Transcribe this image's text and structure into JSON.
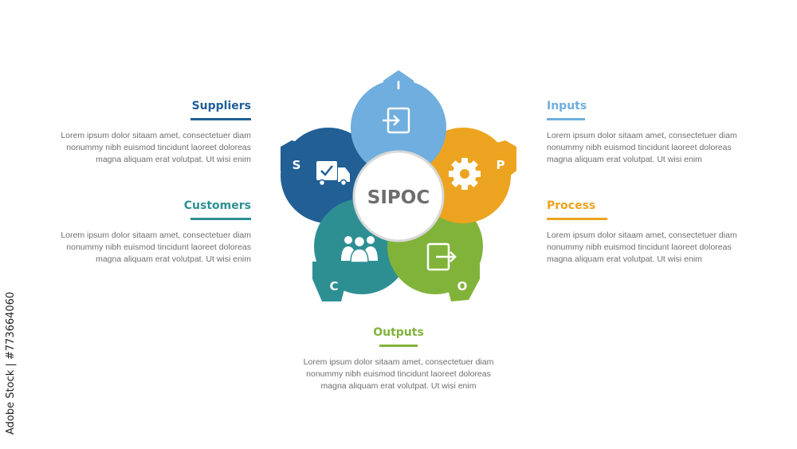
{
  "center_label": "SIPOC",
  "sections": [
    {
      "key": "suppliers",
      "letter": "S",
      "title": "Suppliers",
      "color": "#215f95",
      "icon": "delivery-truck-icon",
      "body": "Lorem ipsum dolor sitaam amet, consectetuer diam nonummy  nibh euismod tincidunt laoreet doloreas magna aliquam erat volutpat. Ut wisi enim"
    },
    {
      "key": "inputs",
      "letter": "I",
      "title": "Inputs",
      "color": "#6faede",
      "icon": "sign-in-icon",
      "body": "Lorem ipsum dolor sitaam amet, consectetuer diam nonummy  nibh euismod tincidunt laoreet doloreas magna aliquam erat volutpat. Ut wisi enim"
    },
    {
      "key": "process",
      "letter": "P",
      "title": "Process",
      "color": "#eca420",
      "icon": "gear-icon",
      "body": "Lorem ipsum dolor sitaam amet, consectetuer diam nonummy  nibh euismod tincidunt laoreet doloreas magna aliquam erat volutpat. Ut wisi enim"
    },
    {
      "key": "outputs",
      "letter": "O",
      "title": "Outputs",
      "color": "#81b33a",
      "icon": "sign-out-icon",
      "body": "Lorem ipsum dolor sitaam amet, consectetuer diam nonummy  nibh euismod tincidunt laoreet doloreas magna aliquam erat volutpat. Ut wisi enim"
    },
    {
      "key": "customers",
      "letter": "C",
      "title": "Customers",
      "color": "#2e8f93",
      "icon": "people-group-icon",
      "body": "Lorem ipsum dolor sitaam amet, consectetuer diam nonummy  nibh euismod tincidunt laoreet doloreas magna aliquam erat volutpat. Ut wisi enim"
    }
  ],
  "stock_id": "Adobe Stock | #773664060"
}
